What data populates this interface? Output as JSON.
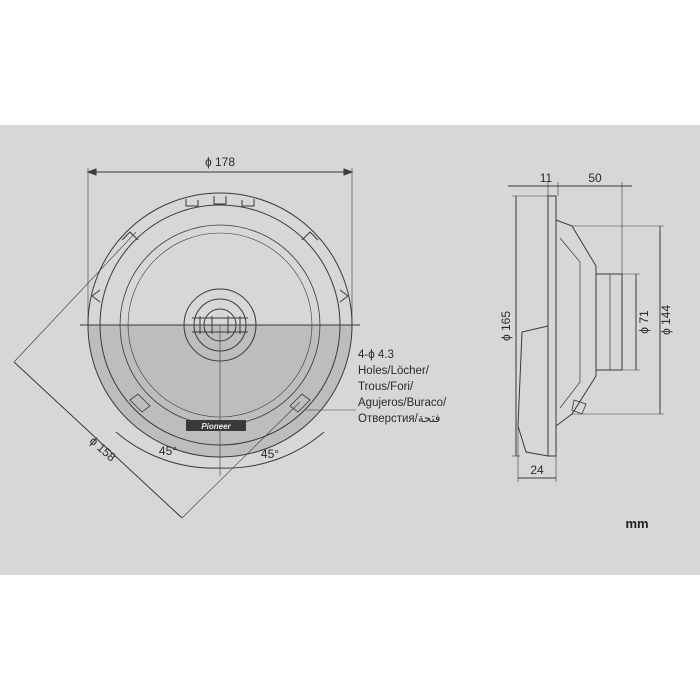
{
  "front_view": {
    "outer_diameter": "ϕ 178",
    "mount_diameter": "ϕ 158",
    "angle_left": "45°",
    "angle_right": "45°",
    "brand": "Pioneer",
    "holes_note": [
      "4-ϕ 4.3",
      "Holes/Löcher/",
      "Trous/Fori/",
      "Agujeros/Buraco/",
      "Отверстия/فتحة"
    ]
  },
  "side_view": {
    "flange_thickness": "11",
    "depth": "50",
    "height": "ϕ 165",
    "magnet_diameter": "ϕ 71",
    "rear_diameter": "ϕ 144",
    "grille_depth": "24"
  },
  "unit": "mm",
  "colors": {
    "sheet": "#d7d7d7",
    "line": "#3a3a3a",
    "shade": "#bdbdbd"
  }
}
